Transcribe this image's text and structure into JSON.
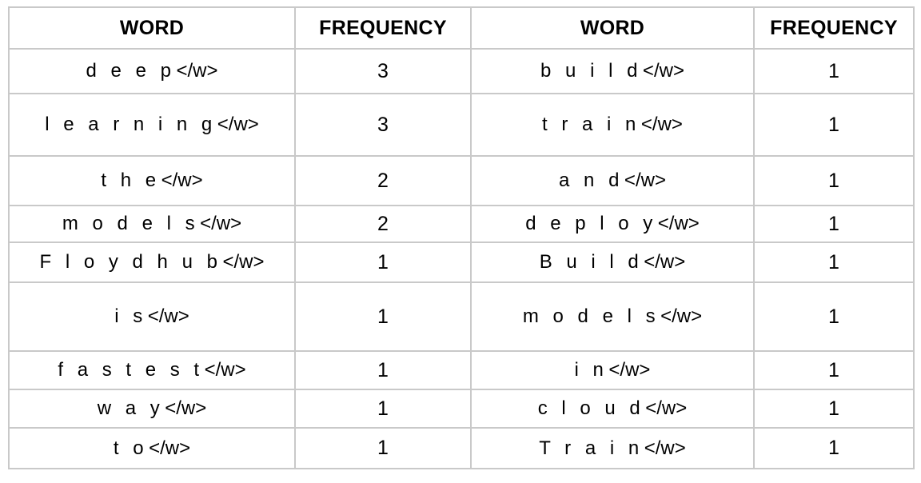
{
  "table": {
    "headers": [
      "WORD",
      "FREQUENCY",
      "WORD",
      "FREQUENCY"
    ],
    "end_token": "</w>",
    "left": {
      "words": [
        "d e e p",
        "l e a r n i n g",
        "t h e",
        "m o d e l s",
        "F l o y d h u b",
        "i s",
        "f a s t e s t",
        "w a y",
        "t o"
      ],
      "frequencies": [
        "3",
        "3",
        "2",
        "2",
        "1",
        "1",
        "1",
        "1",
        "1"
      ]
    },
    "right": {
      "words": [
        "b u i l d",
        "t r a i n",
        "a n d",
        "d e p l o y",
        "B u i l d",
        "m o d e l s",
        "i n",
        "c l o u d",
        "T r a i n"
      ],
      "frequencies": [
        "1",
        "1",
        "1",
        "1",
        "1",
        "1",
        "1",
        "1",
        "1"
      ]
    }
  },
  "style": {
    "border_color": "#c9c9c9",
    "text_color": "#000000",
    "background": "#ffffff"
  }
}
